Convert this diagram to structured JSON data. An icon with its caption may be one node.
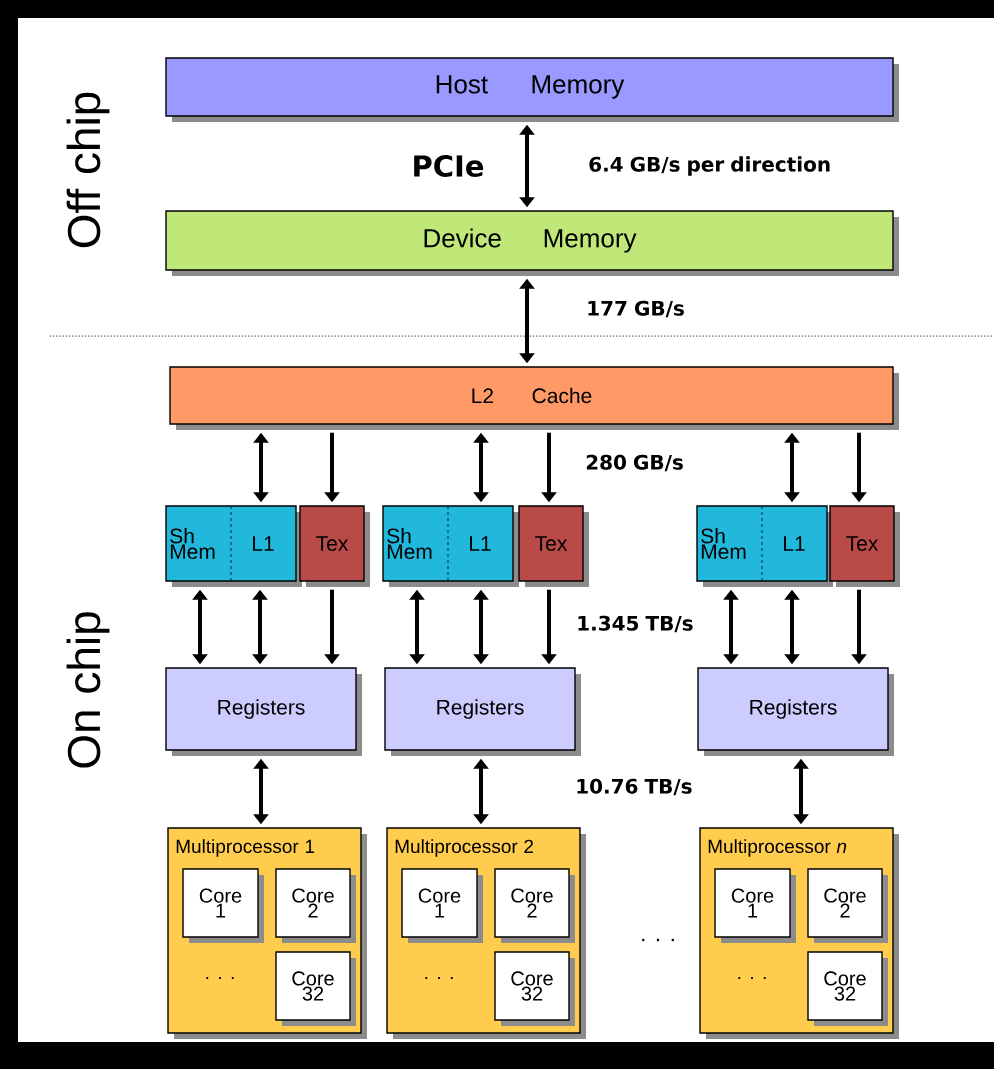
{
  "diagram": {
    "nodes": [
      {
        "text": [
          "Host Memory"
        ]
      },
      {
        "text": [
          "Device Memory"
        ]
      },
      {
        "text": [
          "L2 Cache"
        ]
      },
      {
        "text": [
          "Sh Mem",
          "L1"
        ]
      },
      {
        "text": [
          "Tex"
        ]
      },
      {
        "text": [
          "Sh Mem",
          "L1"
        ]
      },
      {
        "text": [
          "Tex"
        ]
      },
      {
        "text": [
          "Sh Mem",
          "L1"
        ]
      },
      {
        "text": [
          "Tex"
        ]
      },
      {
        "text": [
          "Registers"
        ]
      },
      {
        "text": [
          "Registers"
        ]
      },
      {
        "text": [
          "Registers"
        ]
      },
      {
        "text": [
          "Multiprocessor 1",
          ". . ."
        ]
      },
      {
        "text": [
          "Core 1"
        ],
        "in": 12
      },
      {
        "text": [
          "Core 2"
        ],
        "in": 12
      },
      {
        "text": [
          "Core 32"
        ],
        "in": 12
      },
      {
        "text": [
          "Multiprocessor 2",
          ". . ."
        ]
      },
      {
        "text": [
          "Core 1"
        ],
        "in": 16
      },
      {
        "text": [
          "Core 2"
        ],
        "in": 16
      },
      {
        "text": [
          "Core 32"
        ],
        "in": 16
      },
      {
        "text": [
          "Multiprocessor *n*",
          ". . ."
        ]
      },
      {
        "text": [
          "Core 1"
        ],
        "in": 20
      },
      {
        "text": [
          "Core 2"
        ],
        "in": 20
      },
      {
        "text": [
          "Core 32"
        ],
        "in": 20
      }
    ],
    "edges": [
      {
        "from": 0,
        "to": 1,
        "arrow": "both"
      },
      {
        "from": 1,
        "to": 2,
        "arrow": "both"
      },
      {
        "from": 2,
        "to": 3,
        "arrow": "both"
      },
      {
        "from": 2,
        "to": 4,
        "arrow": "to"
      },
      {
        "from": 3,
        "to": 9,
        "arrow": "both"
      },
      {
        "from": 3,
        "to": 9,
        "arrow": "both"
      },
      {
        "from": 4,
        "to": 9,
        "arrow": "to"
      },
      {
        "from": 9,
        "to": 12,
        "arrow": "both"
      },
      {
        "from": 2,
        "to": 5,
        "arrow": "both"
      },
      {
        "from": 2,
        "to": 6,
        "arrow": "to"
      },
      {
        "from": 5,
        "to": 10,
        "arrow": "both"
      },
      {
        "from": 5,
        "to": 10,
        "arrow": "both"
      },
      {
        "from": 6,
        "to": 10,
        "arrow": "to"
      },
      {
        "from": 10,
        "to": 16,
        "arrow": "both"
      },
      {
        "from": 2,
        "to": 7,
        "arrow": "both"
      },
      {
        "from": 2,
        "to": 8,
        "arrow": "to"
      },
      {
        "from": 7,
        "to": 11,
        "arrow": "both"
      },
      {
        "from": 7,
        "to": 11,
        "arrow": "both"
      },
      {
        "from": 8,
        "to": 11,
        "arrow": "to"
      },
      {
        "from": 11,
        "to": 20,
        "arrow": "both"
      }
    ],
    "labels": [
      "Off chip",
      "PCIe",
      "6.4 GB/s per direction",
      "177 GB/s",
      "280 GB/s",
      "1.345 TB/s",
      "On chip",
      "10.76 TB/s",
      ". . ."
    ]
  }
}
